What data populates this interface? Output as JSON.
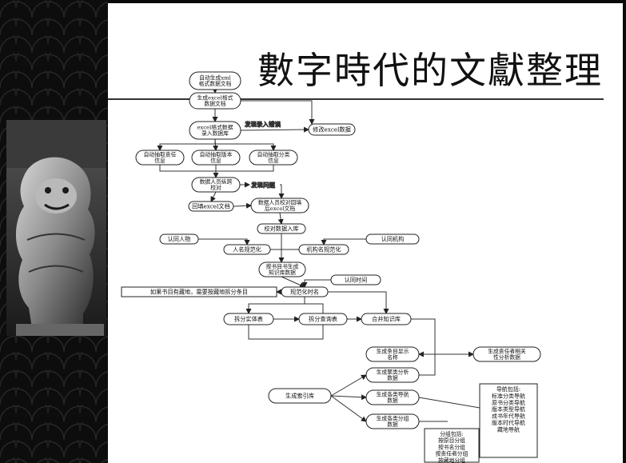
{
  "title": "數字時代的文獻整理",
  "diagram": {
    "nodes": {
      "n_xml": "自动生成xml\n格式数据文档",
      "n_excel_doc": "生成excel格式\n数据文档",
      "n_import": "excel格式数据\n录入数据库",
      "n_modify": "修改excel数据",
      "n_resp": "自动抽取责任\n信息",
      "n_edition": "自动抽取版本\n信息",
      "n_class": "自动抽取分类\n信息",
      "n_verify": "数据人员纵跨\n校对",
      "n_fill": "回填excel文档",
      "n_after": "数据人员校对回填\n后excel文档",
      "n_check_import": "校对数据入库",
      "n_person": "认同人物",
      "n_org": "认同机构",
      "n_person_norm": "人名规范化",
      "n_org_norm": "机构名规范化",
      "n_kb_data": "按书目书生成\n知识库数据",
      "n_time": "认同时间",
      "n_split_note": "如果书目有藏地，需要按藏地拆分条目",
      "n_time_norm": "规范化时名",
      "n_entity": "拆分实体表",
      "n_query": "拆分查询表",
      "n_merge": "合并知识库",
      "n_display": "生成条目显示\n名称",
      "n_resp_analysis": "生成责任者相关\n性分析数据",
      "n_index": "生成索引库",
      "n_cat_analysis": "生成聚类分析\n数据",
      "n_nav_data": "生成各类导航\n数据",
      "n_group_data": "生成各类分组\n数据"
    },
    "edge_labels": {
      "e_error": "发现录入错误",
      "e_problem": "发现问题"
    },
    "notes": {
      "nav_box": [
        "导航包括:",
        "标准分类导航",
        "原书分类导航",
        "版本类型导航",
        "成书年代导航",
        "版本时代导航",
        "藏地导航"
      ],
      "group_box": [
        "分组包括:",
        "按原目分组",
        "按书名分组",
        "按责任者分组",
        "按藏地分组"
      ]
    }
  }
}
